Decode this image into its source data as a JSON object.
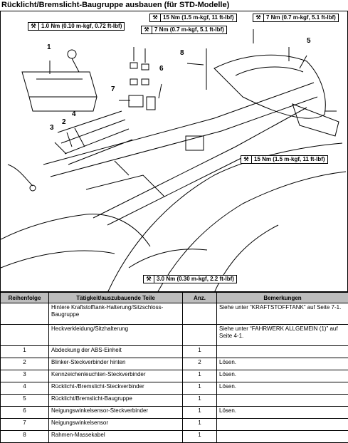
{
  "title": "Rücklicht/Bremslicht-Baugruppe ausbauen (für STD-Modelle)",
  "torques": [
    "15 Nm (1.5 m-kgf, 11 ft-lbf)",
    "7 Nm (0.7 m-kgf, 5.1 ft-lbf)",
    "1.0 Nm (0.10 m-kgf, 0.72 ft-lbf)",
    "7 Nm (0.7 m-kgf, 5.1 ft-lbf)",
    "15 Nm (1.5 m-kgf, 11 ft-lbf)",
    "3.0 Nm (0.30 m-kgf, 2.2 ft-lbf)"
  ],
  "callouts": [
    "1",
    "2",
    "3",
    "4",
    "5",
    "6",
    "7",
    "8"
  ],
  "table": {
    "headers": [
      "Reihenfolge",
      "Tätigkeit/auszubauende Teile",
      "Anz.",
      "Bemerkungen"
    ],
    "rows": [
      {
        "seq": "",
        "part": "Hintere Kraftstofftank-Halterung/Sitzschloss-Baugruppe",
        "qty": "",
        "note": "Siehe unter “KRAFTSTOFFTANK” auf Seite 7-1."
      },
      {
        "seq": "",
        "part": "Heckverkleidung/Sitzhalterung",
        "qty": "",
        "note": "Siehe unter “FAHRWERK ALLGEMEIN (1)” auf Seite 4-1."
      },
      {
        "seq": "1",
        "part": "Abdeckung der ABS-Einheit",
        "qty": "1",
        "note": ""
      },
      {
        "seq": "2",
        "part": "Blinker-Steckverbinder hinten",
        "qty": "2",
        "note": "Lösen."
      },
      {
        "seq": "3",
        "part": "Kennzeichenleuchten-Steckverbinder",
        "qty": "1",
        "note": "Lösen."
      },
      {
        "seq": "4",
        "part": "Rücklicht-/Bremslicht-Steckverbinder",
        "qty": "1",
        "note": "Lösen."
      },
      {
        "seq": "5",
        "part": "Rücklicht/Bremslicht-Baugruppe",
        "qty": "1",
        "note": ""
      },
      {
        "seq": "6",
        "part": "Neigungswinkelsensor-Steckverbinder",
        "qty": "1",
        "note": "Lösen."
      },
      {
        "seq": "7",
        "part": "Neigungswinkelsensor",
        "qty": "1",
        "note": ""
      },
      {
        "seq": "8",
        "part": "Rahmen-Massekabel",
        "qty": "1",
        "note": ""
      }
    ]
  }
}
